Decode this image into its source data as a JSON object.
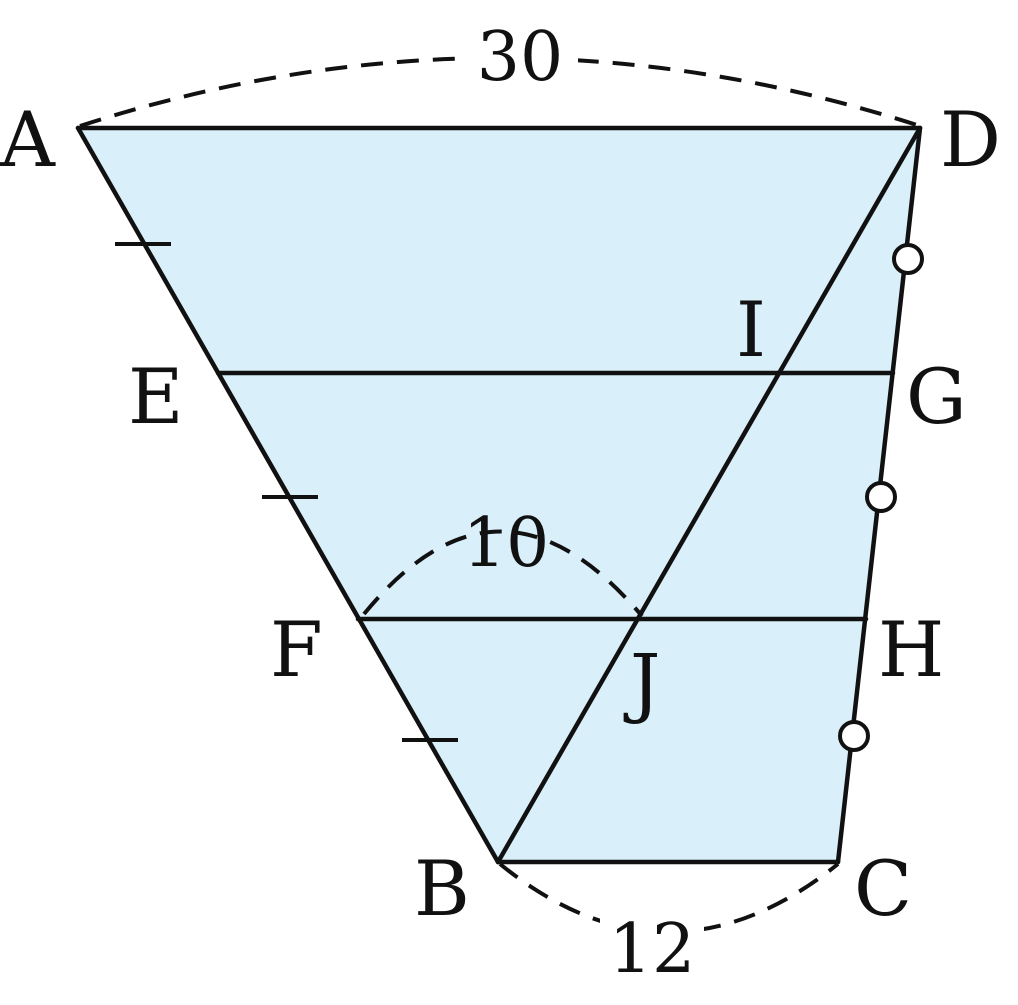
{
  "colors": {
    "fill": "#d9eff9",
    "stroke": "#111111"
  },
  "vertices": {
    "A": "A",
    "B": "B",
    "C": "C",
    "D": "D",
    "E": "E",
    "F": "F",
    "G": "G",
    "H": "H",
    "I": "I",
    "J": "J"
  },
  "measurements": {
    "AD": "30",
    "BC": "12",
    "FJ": "10"
  },
  "marks": {
    "AB_equal_segments": "single-tick",
    "DC_equal_segments": "small-circle"
  }
}
